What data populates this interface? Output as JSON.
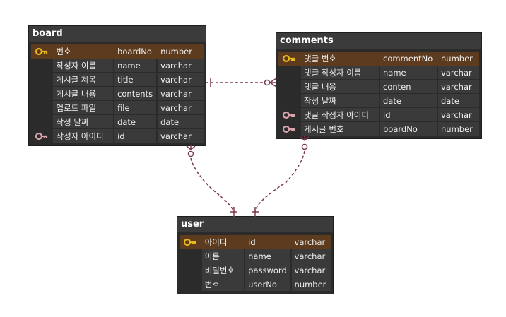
{
  "tables": {
    "board": {
      "title": "board",
      "rows": [
        {
          "label": "번호",
          "field": "boardNo",
          "type": "number",
          "key": "primary"
        },
        {
          "label": "작성자 이름",
          "field": "name",
          "type": "varchar",
          "key": ""
        },
        {
          "label": "게시글 제목",
          "field": "title",
          "type": "varchar",
          "key": ""
        },
        {
          "label": "게시글 내용",
          "field": "contents",
          "type": "varchar",
          "key": ""
        },
        {
          "label": "업로드 파일",
          "field": "file",
          "type": "varchar",
          "key": ""
        },
        {
          "label": "작성 날짜",
          "field": "date",
          "type": "date",
          "key": ""
        },
        {
          "label": "작성자 아이디",
          "field": "id",
          "type": "varchar",
          "key": "foreign"
        }
      ]
    },
    "comments": {
      "title": "comments",
      "rows": [
        {
          "label": "댓글 번호",
          "field": "commentNo",
          "type": "number",
          "key": "primary"
        },
        {
          "label": "댓글 작성자 이름",
          "field": "name",
          "type": "varchar",
          "key": ""
        },
        {
          "label": "댓글 내용",
          "field": "conten",
          "type": "varchar",
          "key": ""
        },
        {
          "label": "작성 날짜",
          "field": "date",
          "type": "date",
          "key": ""
        },
        {
          "label": "댓글 작성자 아이디",
          "field": "id",
          "type": "varchar",
          "key": "foreign"
        },
        {
          "label": "게시글 번호",
          "field": "boardNo",
          "type": "number",
          "key": "foreign"
        }
      ]
    },
    "user": {
      "title": "user",
      "rows": [
        {
          "label": "아이디",
          "field": "id",
          "type": "varchar",
          "key": "primary"
        },
        {
          "label": "이름",
          "field": "name",
          "type": "varchar",
          "key": ""
        },
        {
          "label": "비밀번호",
          "field": "password",
          "type": "varchar",
          "key": ""
        },
        {
          "label": "번호",
          "field": "userNo",
          "type": "number",
          "key": ""
        }
      ]
    }
  },
  "colors": {
    "primary_key": "#e8b71a",
    "foreign_key": "#d9a3ad",
    "relation_line": "#7a3b48",
    "pk_row": "#5c3b1e"
  }
}
